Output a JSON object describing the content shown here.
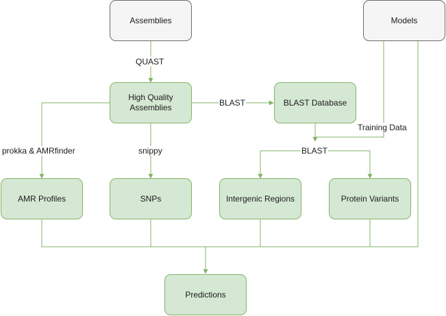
{
  "nodes": {
    "assemblies": "Assemblies",
    "models": "Models",
    "hq_line1": "High Quality",
    "hq_line2": "Assemblies",
    "blast_db": "BLAST Database",
    "amr_profiles": "AMR Profiles",
    "snps": "SNPs",
    "intergenic": "Intergenic Regions",
    "protein_variants": "Protein Variants",
    "predictions": "Predictions"
  },
  "edge_labels": {
    "quast": "QUAST",
    "blast_to_db": "BLAST",
    "training_data": "Training Data",
    "prokka": "prokka & AMRfinder",
    "snippy": "snippy",
    "blast_split": "BLAST"
  },
  "colors": {
    "gray_fill": "#f5f5f5",
    "gray_stroke": "#6b6b6b",
    "green_fill": "#d5e8d4",
    "green_stroke": "#82b366"
  }
}
